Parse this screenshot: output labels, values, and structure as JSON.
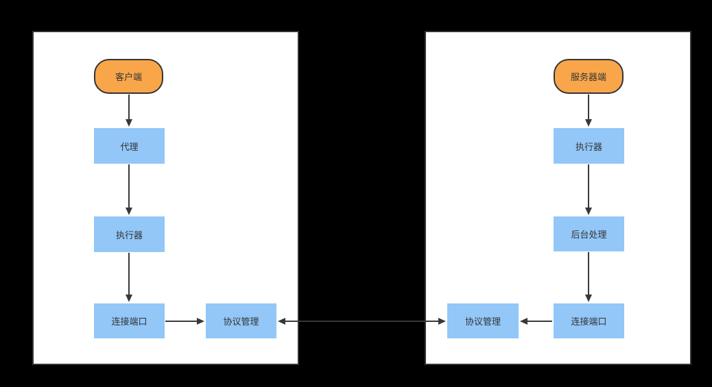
{
  "canvas": {
    "background": "#000000"
  },
  "colors": {
    "panel_fill": "#ffffff",
    "panel_border": "#333333",
    "node_fill_blue": "#92C7F8",
    "node_fill_orange": "#F9A64B",
    "node_border": "#333333",
    "arrow": "#383838",
    "text": "#333333"
  },
  "left_panel": {
    "terminal_label": "客户端",
    "nodes": [
      {
        "label": "代理"
      },
      {
        "label": "执行器"
      },
      {
        "label": "连接端口"
      },
      {
        "label": "协议管理"
      }
    ]
  },
  "right_panel": {
    "terminal_label": "服务器端",
    "nodes": [
      {
        "label": "执行器"
      },
      {
        "label": "后台处理"
      },
      {
        "label": "连接端口"
      },
      {
        "label": "协议管理"
      }
    ]
  },
  "connections": [
    {
      "from": "客户端",
      "to": "代理",
      "type": "arrow"
    },
    {
      "from": "代理",
      "to": "执行器",
      "type": "arrow"
    },
    {
      "from": "执行器",
      "to": "连接端口",
      "type": "arrow"
    },
    {
      "from": "连接端口",
      "to": "协议管理",
      "type": "arrow"
    },
    {
      "from": "服务器端",
      "to": "执行器",
      "type": "arrow"
    },
    {
      "from": "执行器",
      "to": "后台处理",
      "type": "arrow"
    },
    {
      "from": "后台处理",
      "to": "连接端口",
      "type": "arrow"
    },
    {
      "from": "连接端口",
      "to": "协议管理",
      "type": "arrow"
    },
    {
      "from": "协议管理(客户端)",
      "to": "协议管理(服务器端)",
      "type": "double-arrow"
    }
  ]
}
